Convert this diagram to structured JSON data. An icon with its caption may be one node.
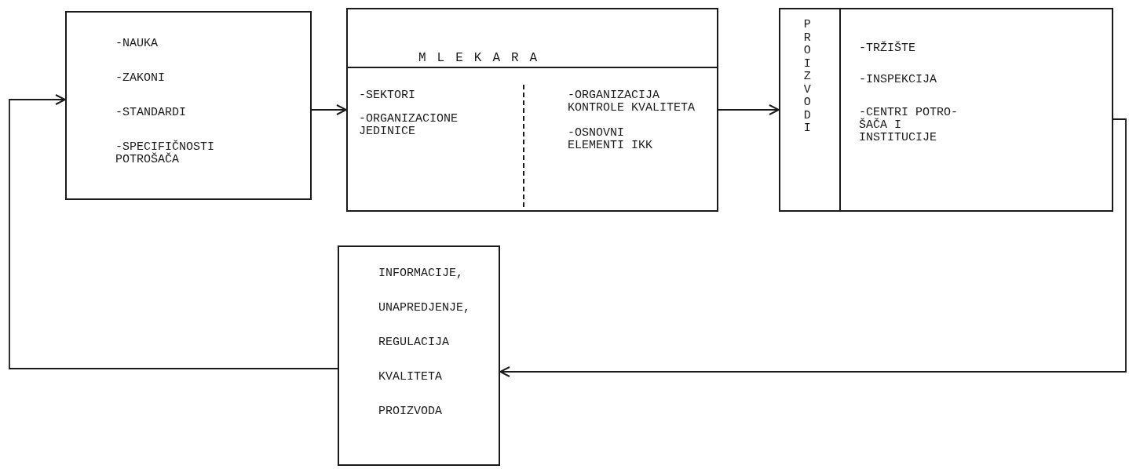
{
  "diagram": {
    "nodes": [
      {
        "text": [
          "-NAUKA",
          "-ZAKONI",
          "-STANDARDI",
          "-SPECIFIČNOSTI POTROŠAČA"
        ]
      },
      {
        "text": [
          "MLEKARA",
          "-SEKTORI",
          "-ORGANIZACIONE JEDINICE",
          "-ORGANIZACIJA KONTROLE KVALITETA",
          "-OSNOVNI ELEMENTI IKK"
        ]
      },
      {
        "text": [
          "PROIZVODI",
          "-TRŽIŠTE",
          "-INSPEKCIJA",
          "-CENTRI POTRO- ŠAČA I INSTITUCIJE"
        ]
      },
      {
        "text": [
          "INFORMACIJE,",
          "UNAPREDJENJE,",
          "REGULACIJA",
          "KVALITETA",
          "PROIZVODA"
        ]
      }
    ],
    "edges": [
      {
        "from": 0,
        "to": 1,
        "arrow": "to"
      },
      {
        "from": 1,
        "to": 2,
        "arrow": "to"
      },
      {
        "from": 2,
        "to": 3,
        "arrow": "to"
      },
      {
        "from": 3,
        "to": 0,
        "arrow": "to"
      }
    ]
  }
}
